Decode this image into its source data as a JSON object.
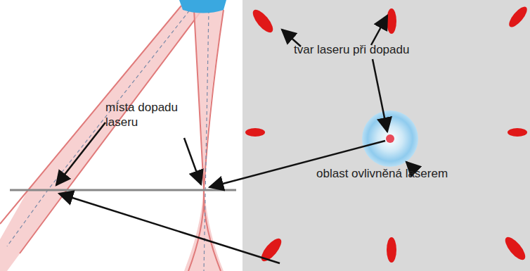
{
  "diagram": {
    "labels": [
      "tvar laseru při dopadu",
      "místa dopadu laseru",
      "oblast ovlivněná laserem"
    ]
  }
}
